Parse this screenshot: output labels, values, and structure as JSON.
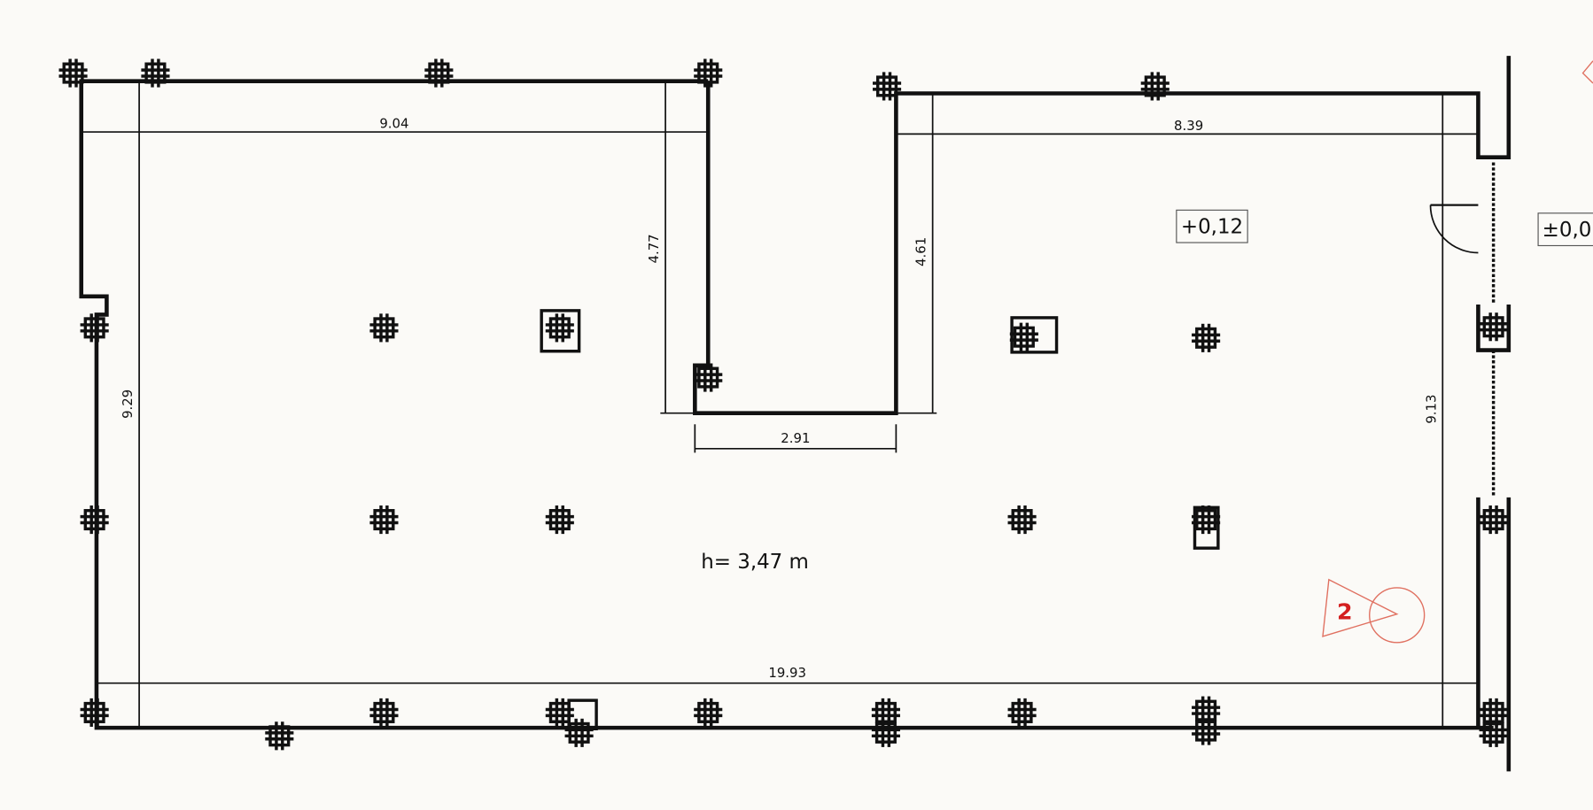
{
  "plan": {
    "dimensions": {
      "top_left_width": "9.04",
      "top_right_width": "8.39",
      "notch_left_depth": "4.77",
      "notch_right_depth": "4.61",
      "notch_width": "2.91",
      "left_height": "9.29",
      "right_height": "9.13",
      "total_width": "19.93"
    },
    "level_inside": "+0,12",
    "level_outside": "±0,0",
    "ceiling_height": "h= 3,47 m",
    "view_marker": "2",
    "colors": {
      "line": "#111111",
      "marker": "#d42020",
      "marker_stroke": "#e07060",
      "paper": "#fbfaf7"
    }
  }
}
